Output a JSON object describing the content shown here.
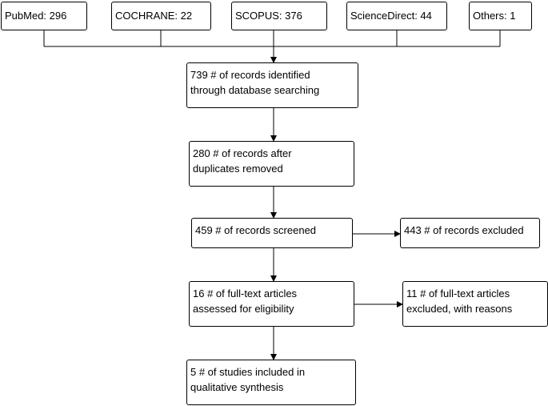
{
  "sources": [
    {
      "id": "pubmed",
      "label": "PubMed: 296"
    },
    {
      "id": "cochrane",
      "label": "COCHRANE: 22"
    },
    {
      "id": "scopus",
      "label": "SCOPUS: 376"
    },
    {
      "id": "sciencedirect",
      "label": "ScienceDirect: 44"
    },
    {
      "id": "others",
      "label": "Others: 1"
    }
  ],
  "flow": {
    "identified": "739 # of records identified\nthrough database searching",
    "duplicates": "280 # of records after\nduplicates removed",
    "screened": "459 # of records screened",
    "excluded_records": "443 # of records excluded",
    "fulltext": "16 # of full-text articles\nassessed for eligibility",
    "fulltext_excluded": "11 # of full-text articles\nexcluded, with reasons",
    "included": "5 # of studies included in\nqualitative synthesis"
  },
  "colors": {
    "line": "#000000",
    "box_border": "#000000",
    "background": "#ffffff"
  }
}
